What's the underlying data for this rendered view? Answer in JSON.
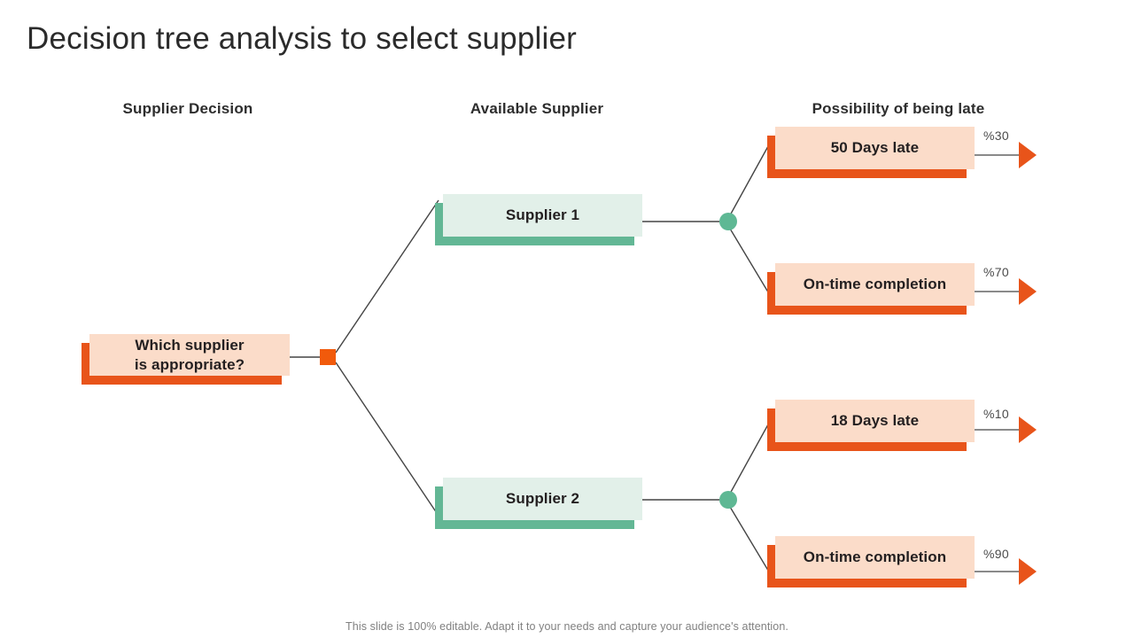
{
  "slide": {
    "title": "Decision tree analysis to select supplier",
    "footer": "This slide is 100% editable. Adapt it to your needs and capture your audience's attention."
  },
  "headers": {
    "decision": "Supplier Decision",
    "available": "Available Supplier",
    "possibility": "Possibility of being late"
  },
  "nodes": {
    "root": {
      "label": "Which supplier\nis appropriate?",
      "line1": "Which supplier",
      "line2": "is appropriate?"
    },
    "supplier1": {
      "label": "Supplier 1"
    },
    "supplier2": {
      "label": "Supplier 2"
    },
    "outcomes": [
      {
        "label": "50 Days late",
        "percent": "%30"
      },
      {
        "label": "On-time completion",
        "percent": "%70"
      },
      {
        "label": "18 Days late",
        "percent": "%10"
      },
      {
        "label": "On-time completion",
        "percent": "%90"
      }
    ]
  },
  "colors": {
    "orange_accent": "#E8541A",
    "orange_fill": "#FBDCC9",
    "orange_square": "#F15A0B",
    "green_accent": "#63B795",
    "green_fill": "#E2F0E9",
    "green_circle": "#5EB894",
    "connector_line": "#444444",
    "title_text": "#2b2b2b",
    "footer_text": "#808080"
  }
}
